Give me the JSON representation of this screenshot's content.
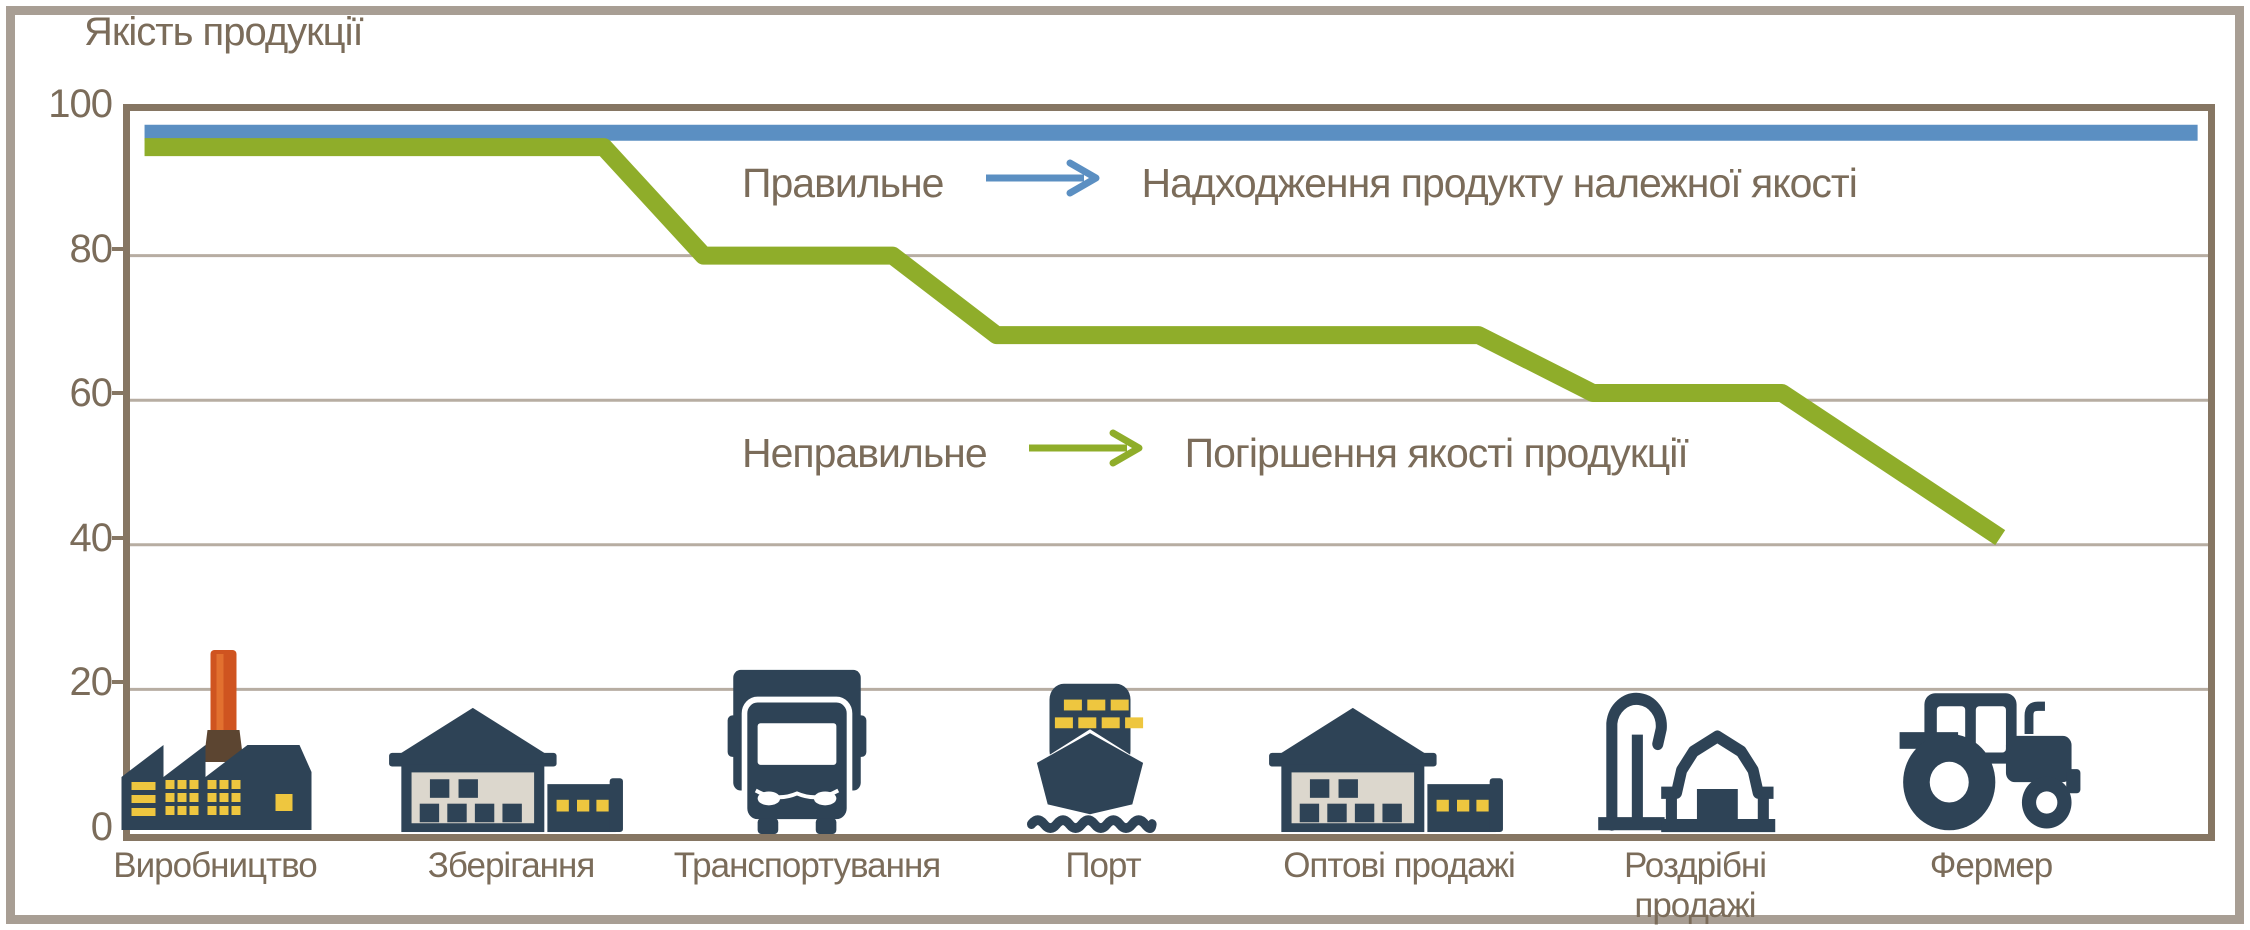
{
  "title": "Якість продукції",
  "colors": {
    "accent_blue": "#5b8fc2",
    "accent_green": "#8fad2a",
    "text_brown": "#7b6c5a",
    "outer_frame": "#a89e94",
    "plot_border": "#867663",
    "gridline": "#b7ada2",
    "icon_navy": "#2e4356",
    "icon_yellow": "#eec63f",
    "icon_light_panel": "#dcd7cd",
    "chimney_orange": "#cf5420",
    "chimney_base_brown": "#5c4531"
  },
  "legend": {
    "correct": {
      "label": "Правильне",
      "description": "Надходження продукту належної якості"
    },
    "incorrect": {
      "label": "Неправильне",
      "description": "Погіршення якості продукції"
    }
  },
  "chart_data": {
    "type": "line",
    "title": "Якість продукції",
    "ylabel": "Якість продукції",
    "xlabel": "",
    "ylim": [
      0,
      100
    ],
    "yticks": [
      100,
      80,
      60,
      40,
      20,
      0
    ],
    "grid": true,
    "legend_position": "inside-plot",
    "categories": [
      "Виробництво",
      "Зберігання",
      "Транспортування",
      "Порт",
      "Оптові продажі",
      "Роздрібні продажі",
      "Фермер"
    ],
    "x_label_lines": [
      [
        "Виробництво"
      ],
      [
        "Зберігання"
      ],
      [
        "Транспортування"
      ],
      [
        "Порт"
      ],
      [
        "Оптові продажі"
      ],
      [
        "Роздрібні",
        "продажі"
      ],
      [
        "Фермер"
      ]
    ],
    "series": [
      {
        "name": "Правильне",
        "description": "Надходження продукту належної якості",
        "color": "#5b8fc2",
        "values": [
          97,
          97,
          97,
          97,
          97,
          97,
          97
        ]
      },
      {
        "name": "Неправильне",
        "description": "Погіршення якості продукції",
        "color": "#8fad2a",
        "values": [
          95,
          95,
          80,
          69,
          69,
          61,
          41
        ]
      }
    ],
    "blue_line_span_frac": [
      0.007,
      0.995
    ],
    "green_path_hint": [
      [
        0.007,
        95
      ],
      [
        0.228,
        95
      ],
      [
        0.276,
        80
      ],
      [
        0.367,
        80
      ],
      [
        0.417,
        69
      ],
      [
        0.649,
        69
      ],
      [
        0.704,
        61
      ],
      [
        0.795,
        61
      ],
      [
        0.9,
        41
      ]
    ]
  },
  "icons": [
    "factory-icon",
    "warehouse-icon",
    "truck-icon",
    "ship-icon",
    "warehouse-icon",
    "barn-icon",
    "tractor-icon"
  ]
}
